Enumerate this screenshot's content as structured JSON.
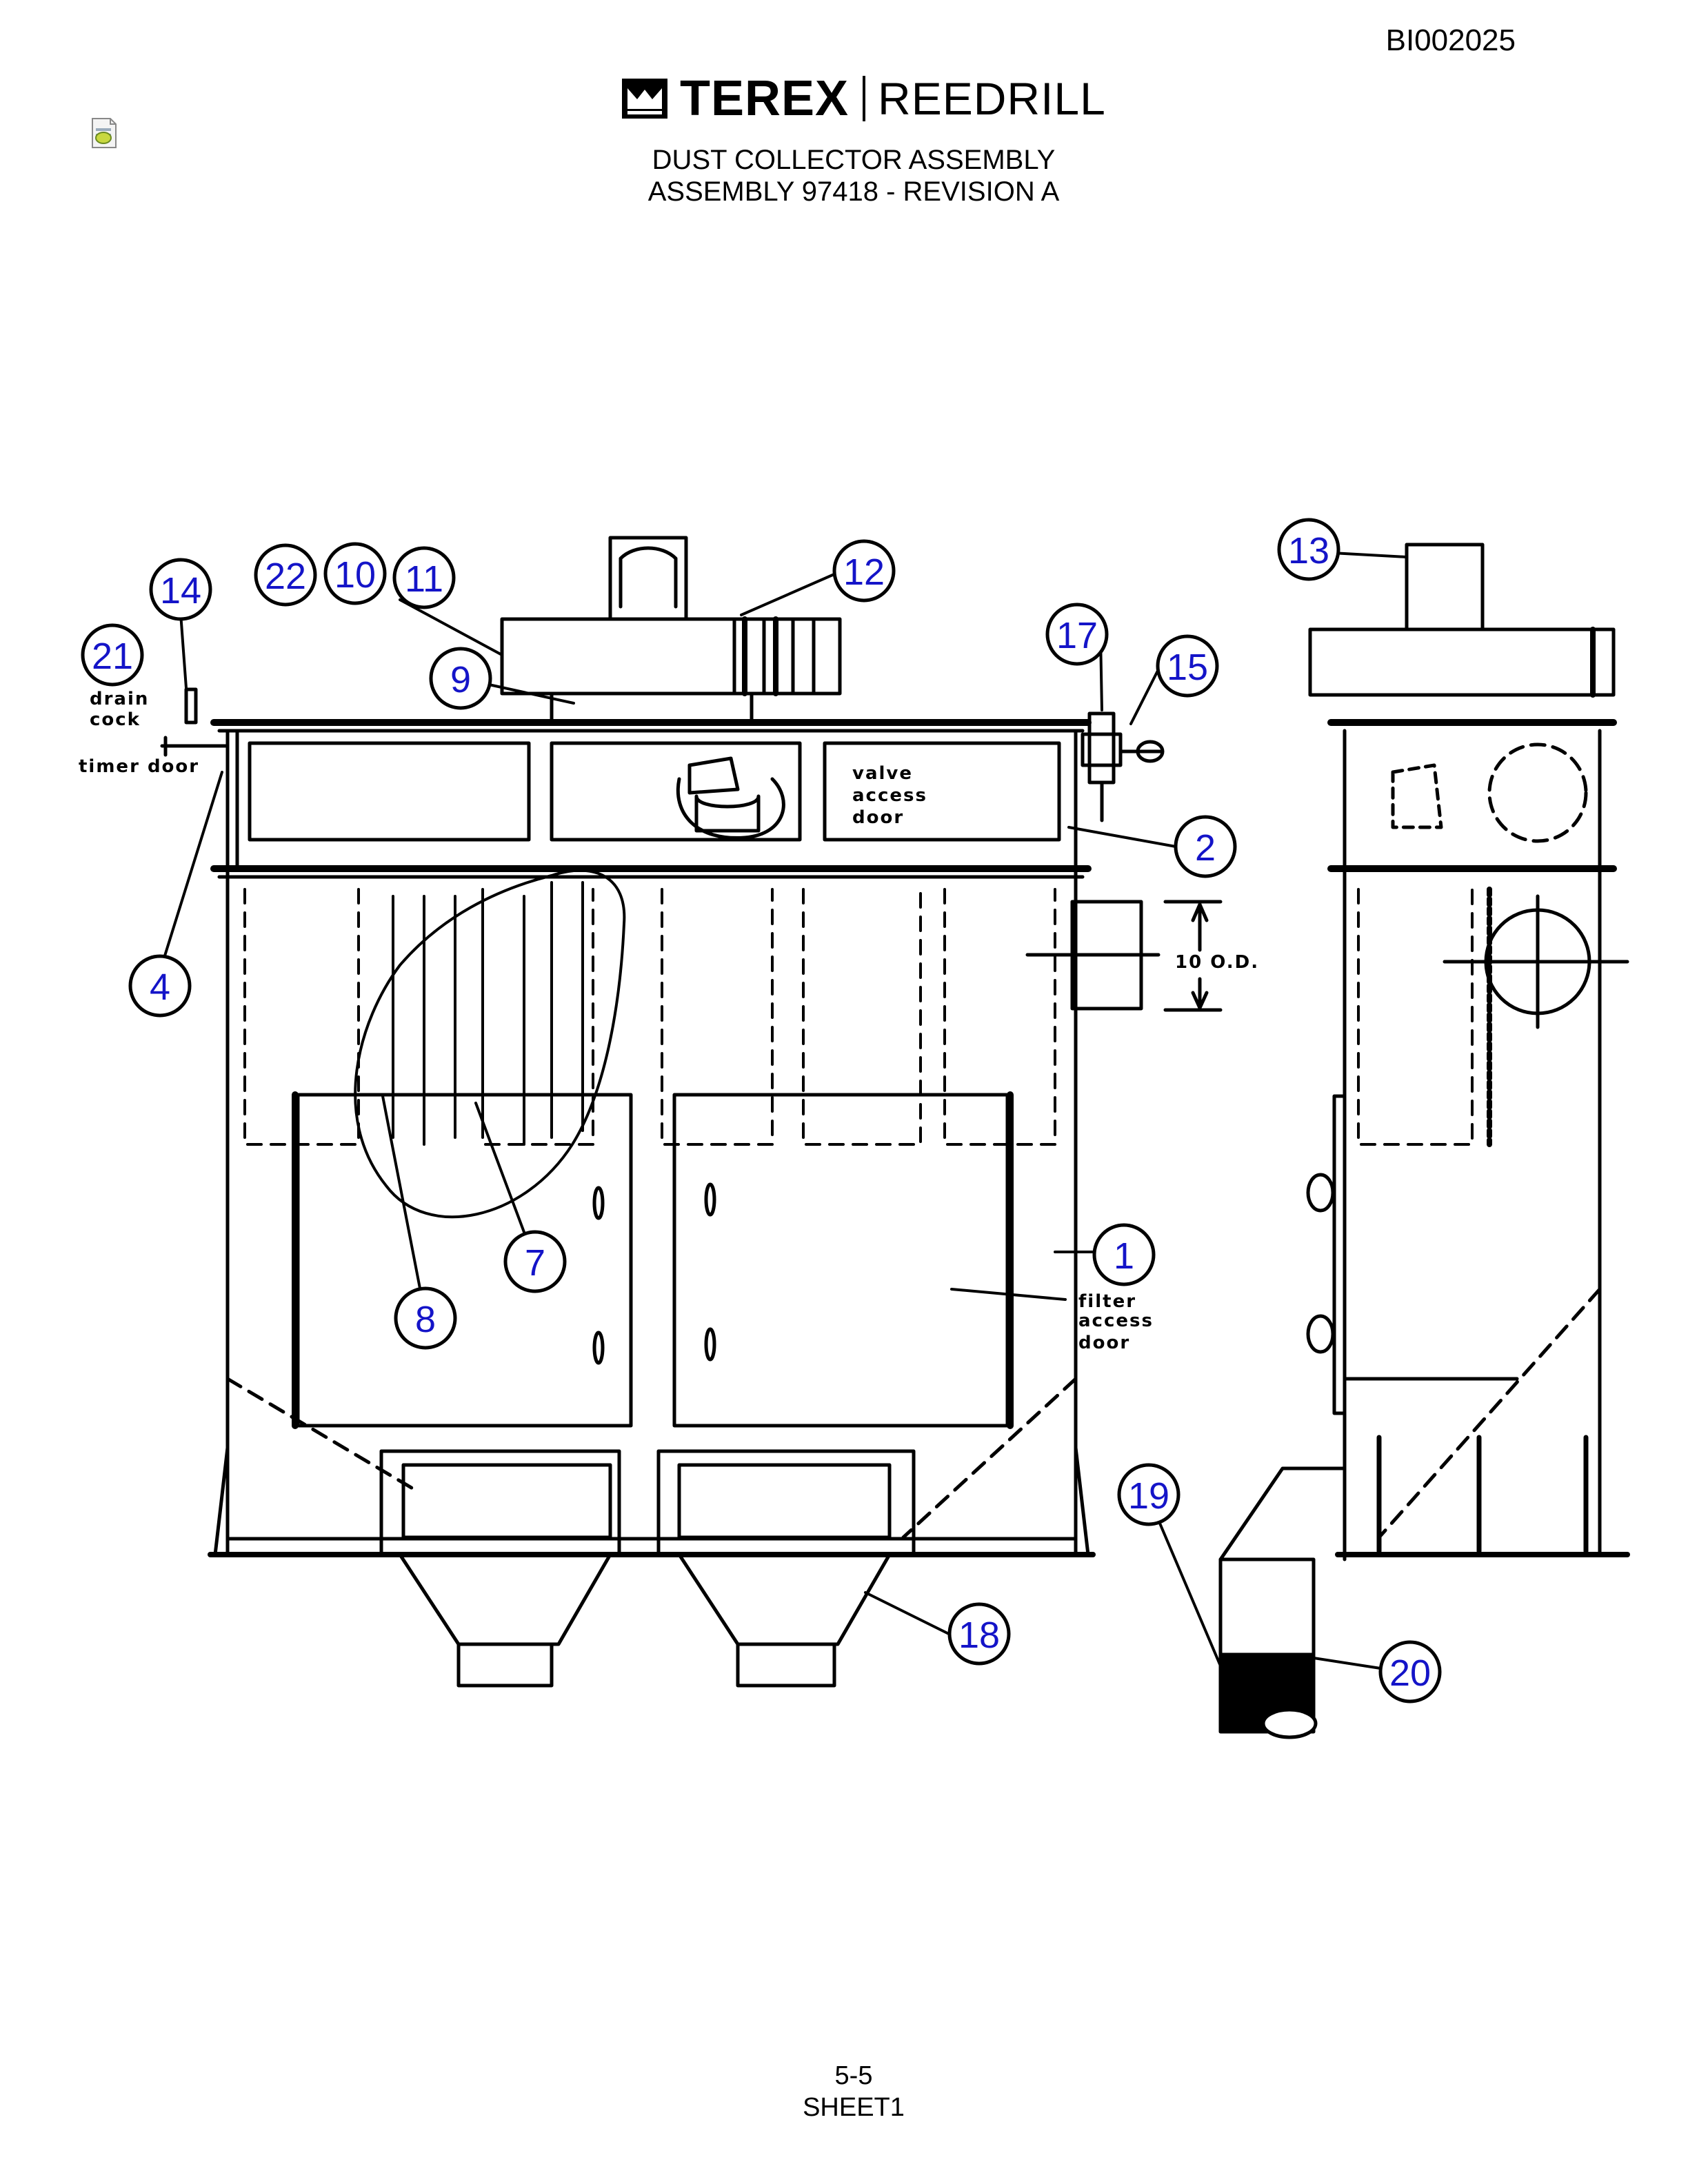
{
  "document": {
    "doc_number": "BI002025",
    "brand_primary": "TEREX",
    "brand_secondary": "REEDRILL",
    "title_line1": "DUST COLLECTOR ASSEMBLY",
    "title_line2": "ASSEMBLY 97418 - REVISION A",
    "page_number": "5-5",
    "sheet": "SHEET1"
  },
  "labels": {
    "drain_cock_1": "drain",
    "drain_cock_2": "cock",
    "timer_door": "timer door",
    "valve_1": "valve",
    "valve_2": "access",
    "valve_3": "door",
    "filter_1": "filter",
    "filter_2": "access",
    "filter_3": "door",
    "dimension": "10 O.D."
  },
  "callouts": [
    "1",
    "2",
    "4",
    "7",
    "8",
    "9",
    "10",
    "11",
    "12",
    "13",
    "14",
    "15",
    "17",
    "18",
    "19",
    "20",
    "21",
    "22"
  ],
  "colors": {
    "callout_text": "#1414c8",
    "line": "#000000"
  },
  "icons": {
    "doc_icon": "document-icon",
    "brand_mark": "terex-logo-icon"
  }
}
